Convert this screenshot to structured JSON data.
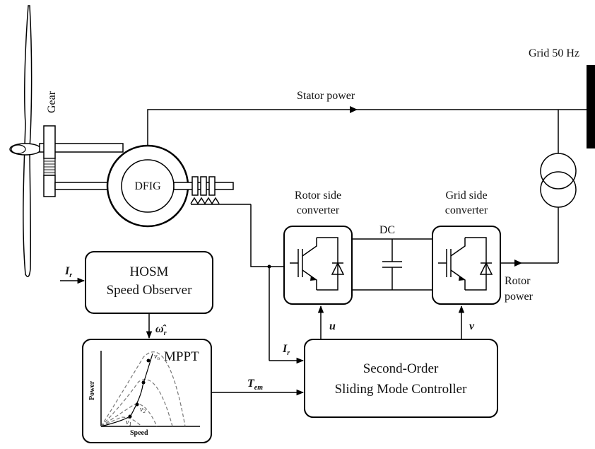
{
  "labels": {
    "gear": "Gear",
    "dfig": "DFIG",
    "stator_power": "Stator power",
    "grid": "Grid 50 Hz",
    "rsc_line1": "Rotor side",
    "rsc_line2": "converter",
    "gsc_line1": "Grid side",
    "gsc_line2": "converter",
    "dc": "DC",
    "rotor_power_line1": "Rotor",
    "rotor_power_line2": "power",
    "hosm_line1": "HOSM",
    "hosm_line2": "Speed Observer",
    "controller_line1": "Second-Order",
    "controller_line2": "Sliding Mode Controller",
    "mppt": "MPPT"
  },
  "signals": {
    "ir_input": "I",
    "ir_sub": "r",
    "ir_ctrl": "I",
    "ir_ctrl_sub": "r",
    "omega": "ω̂",
    "omega_sub": "r",
    "tem": "T",
    "tem_sub": "em",
    "u": "u",
    "v": "v"
  },
  "mppt_plot": {
    "xlabel": "Speed",
    "ylabel": "Power",
    "curve_labels": {
      "vn": "v",
      "vn_sub": "n",
      "v2": "v",
      "v2_sub": "2",
      "v1": "v",
      "v1_sub": "1"
    }
  }
}
